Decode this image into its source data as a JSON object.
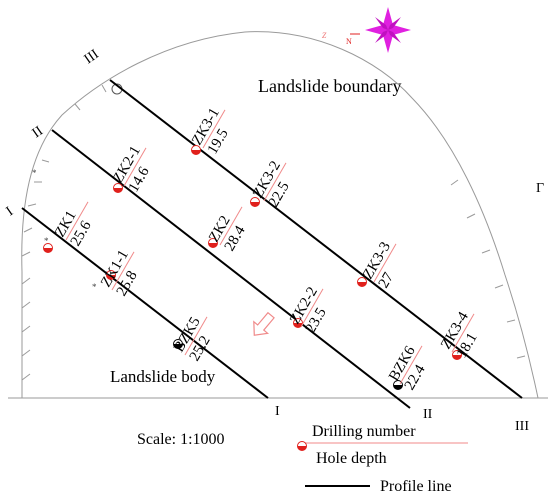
{
  "labels": {
    "landslide_boundary": "Landslide boundary",
    "landslide_body": "Landslide body",
    "scale": "Scale: 1:1000",
    "legend_drilling_number": "Drilling number",
    "legend_hole_depth": "Hole depth",
    "legend_profile_line": "Profile line",
    "north_letter": "N"
  },
  "profiles": {
    "I": "I",
    "II": "II",
    "III": "III"
  },
  "boreholes": [
    {
      "id": "ZK1",
      "depth": "25.6"
    },
    {
      "id": "ZK1-1",
      "depth": "25.8"
    },
    {
      "id": "BZK5",
      "depth": "25.2"
    },
    {
      "id": "ZK2-1",
      "depth": "14.6"
    },
    {
      "id": "ZK2",
      "depth": "28.4"
    },
    {
      "id": "ZK2-2",
      "depth": "23.5"
    },
    {
      "id": "BZK6",
      "depth": "22.4"
    },
    {
      "id": "ZK3-1",
      "depth": "19.5"
    },
    {
      "id": "ZK3-2",
      "depth": "22.5"
    },
    {
      "id": "ZK3-3",
      "depth": "27"
    },
    {
      "id": "ZK3-4",
      "depth": "18.1"
    }
  ],
  "colors": {
    "hole_marker": "#e0201c",
    "compass": "#e020e0",
    "boundary": "#9a9a9a",
    "profile_line": "#000000",
    "flow_arrow": "#f08a8a"
  },
  "icons": {
    "compass": "compass-rose-icon",
    "flow": "slide-direction-arrow-icon"
  }
}
